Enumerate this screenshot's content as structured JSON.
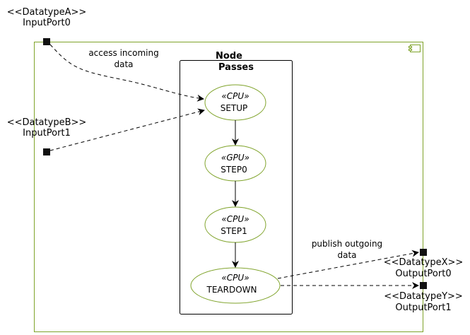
{
  "component": {
    "border_color": "#7fa32a",
    "input_ports": [
      {
        "stereotype": "<<DatatypeA>>",
        "name": "InputPort0"
      },
      {
        "stereotype": "<<DatatypeB>>",
        "name": "InputPort1"
      }
    ],
    "output_ports": [
      {
        "stereotype": "<<DatatypeX>>",
        "name": "OutputPort0"
      },
      {
        "stereotype": "<<DatatypeY>>",
        "name": "OutputPort1"
      }
    ]
  },
  "node": {
    "title_line1": "Node",
    "title_line2": "Passes",
    "passes": [
      {
        "stereotype": "«CPU»",
        "name": "SETUP"
      },
      {
        "stereotype": "«GPU»",
        "name": "STEP0"
      },
      {
        "stereotype": "«CPU»",
        "name": "STEP1"
      },
      {
        "stereotype": "«CPU»",
        "name": "TEARDOWN"
      }
    ]
  },
  "edges": {
    "incoming_label_line1": "access incoming",
    "incoming_label_line2": "data",
    "outgoing_label_line1": "publish outgoing",
    "outgoing_label_line2": "data"
  }
}
